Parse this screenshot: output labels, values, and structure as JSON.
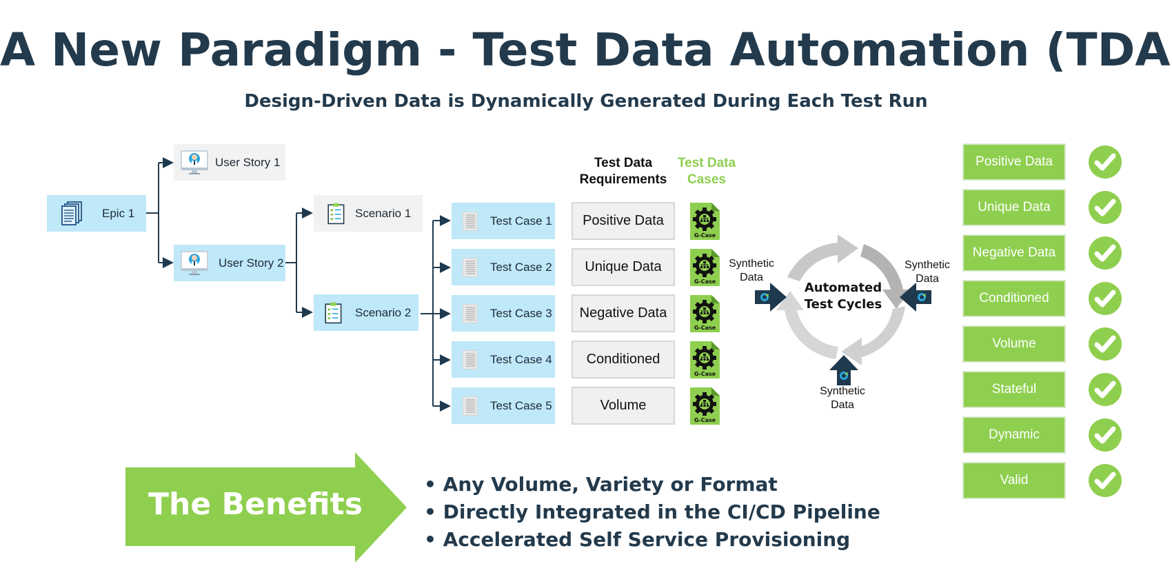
{
  "title": "A New Paradigm - Test Data Automation (TDA)",
  "subtitle": "Design-Driven Data is Dynamically Generated During Each Test Run",
  "colors": {
    "navy": "#233a4c",
    "node_blue": "#bfe8f8",
    "node_grey": "#f2f2f2",
    "brand_green": "#8fcf4f",
    "arrow_navy": "#1f3a4f"
  },
  "hierarchy": {
    "epic": {
      "label": "Epic 1",
      "icon": "documents-icon"
    },
    "user_stories": [
      {
        "label": "User Story 1",
        "icon": "user-monitor-icon",
        "highlighted": false
      },
      {
        "label": "User Story 2",
        "icon": "user-monitor-icon",
        "highlighted": true
      }
    ],
    "scenarios": [
      {
        "label": "Scenario 1",
        "icon": "clipboard-checklist-icon",
        "highlighted": false
      },
      {
        "label": "Scenario 2",
        "icon": "clipboard-checklist-icon",
        "highlighted": true
      }
    ],
    "test_cases": [
      {
        "label": "Test Case 1",
        "icon": "document-lines-icon"
      },
      {
        "label": "Test Case 2",
        "icon": "document-lines-icon"
      },
      {
        "label": "Test Case 3",
        "icon": "document-lines-icon"
      },
      {
        "label": "Test Case 4",
        "icon": "document-lines-icon"
      },
      {
        "label": "Test Case 5",
        "icon": "document-lines-icon"
      }
    ]
  },
  "requirements": {
    "header_line1": "Test Data",
    "header_line2": "Requirements",
    "items": [
      "Positive Data",
      "Unique Data",
      "Negative Data",
      "Conditioned",
      "Volume"
    ]
  },
  "test_data_cases": {
    "header_line1": "Test Data",
    "header_line2": "Cases",
    "icon_label": "G-Case",
    "count": 5
  },
  "cycle": {
    "label_line1": "Automated",
    "label_line2": "Test Cycles",
    "inputs": [
      {
        "position": "left",
        "line1": "Synthetic",
        "line2": "Data"
      },
      {
        "position": "right",
        "line1": "Synthetic",
        "line2": "Data"
      },
      {
        "position": "bottom",
        "line1": "Synthetic",
        "line2": "Data"
      }
    ]
  },
  "data_types": [
    {
      "label": "Positive Data",
      "checked": true
    },
    {
      "label": "Unique Data",
      "checked": true
    },
    {
      "label": "Negative Data",
      "checked": true
    },
    {
      "label": "Conditioned",
      "checked": true
    },
    {
      "label": "Volume",
      "checked": true
    },
    {
      "label": "Stateful",
      "checked": true
    },
    {
      "label": "Dynamic",
      "checked": true
    },
    {
      "label": "Valid",
      "checked": true
    }
  ],
  "benefits": {
    "label": "The Benefits",
    "bullets": [
      "Any Volume, Variety or Format",
      "Directly Integrated in the CI/CD Pipeline",
      "Accelerated Self Service Provisioning"
    ]
  }
}
